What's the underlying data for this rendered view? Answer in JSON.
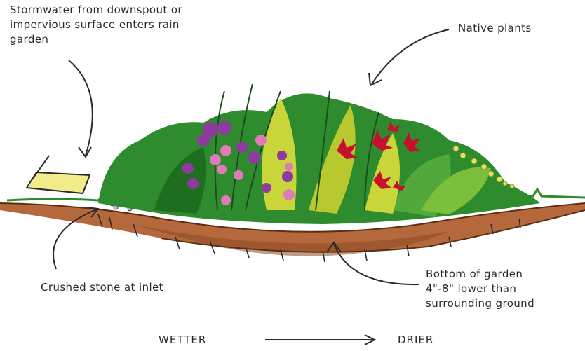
{
  "labels": {
    "stormwater": "Stormwater from downspout or\nimpervious surface enters rain\ngarden",
    "native_plants": "Native plants",
    "crushed_stone": "Crushed stone at inlet",
    "bottom": "Bottom of garden\n4\"-8\" lower than\nsurrounding ground"
  },
  "gradient": {
    "left": "WETTER",
    "right": "DRIER"
  },
  "colors": {
    "soil": "#b5683b",
    "soil_dark": "#7a3e1e",
    "grass": "#2e8b2e",
    "leaf_light": "#c9d63a",
    "flower_purple": "#8e3a9e",
    "flower_pink": "#e07ab8",
    "flower_red": "#c8102e",
    "inlet_pad": "#f3ec8a"
  }
}
